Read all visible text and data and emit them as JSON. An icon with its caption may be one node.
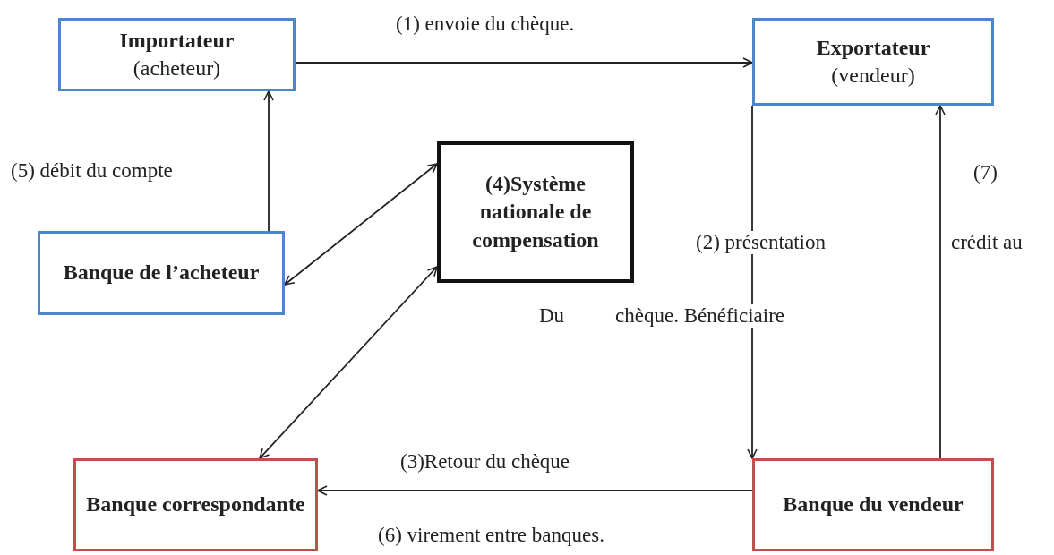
{
  "diagram": {
    "nodes": [
      {
        "text": [
          "Importateur",
          "(acheteur)"
        ]
      },
      {
        "text": [
          "Exportateur",
          "(vendeur)"
        ]
      },
      {
        "text": [
          "Banque de l’acheteur"
        ]
      },
      {
        "text": [
          "(4)Système nationale de compensation"
        ]
      },
      {
        "text": [
          "Banque correspondante"
        ]
      },
      {
        "text": [
          "Banque du vendeur"
        ]
      }
    ],
    "edges": [
      {
        "from": 0,
        "to": 1,
        "arrow": "to",
        "label": "(1)  envoie du chèque."
      },
      {
        "from": 2,
        "to": 0,
        "arrow": "to",
        "label": "(5) débit du compte"
      },
      {
        "from": 2,
        "to": 3,
        "arrow": "both"
      },
      {
        "from": 4,
        "to": 3,
        "arrow": "both"
      },
      {
        "from": 1,
        "to": 5,
        "arrow": "to",
        "label": "(2) présentation"
      },
      {
        "from": 5,
        "to": 1,
        "arrow": "to",
        "label": "(7)"
      },
      {
        "from": 5,
        "to": 4,
        "arrow": "to",
        "label": "(3)Retour du chèque"
      }
    ],
    "labels": [
      "crédit au",
      "Du",
      "chèque. Bénéficiaire",
      "(6) virement entre banques."
    ]
  }
}
